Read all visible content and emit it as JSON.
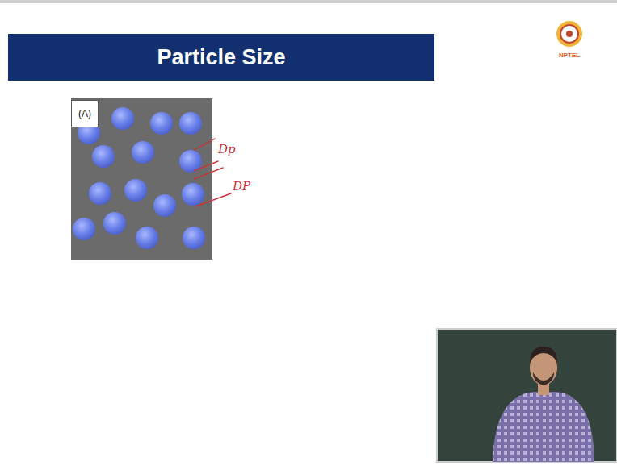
{
  "diagram": {
    "title": "Particle Size",
    "nodes": [
      {
        "text": [
          "(A)"
        ]
      }
    ],
    "labels": [
      "Dp",
      "DP",
      "NPTEL"
    ]
  }
}
